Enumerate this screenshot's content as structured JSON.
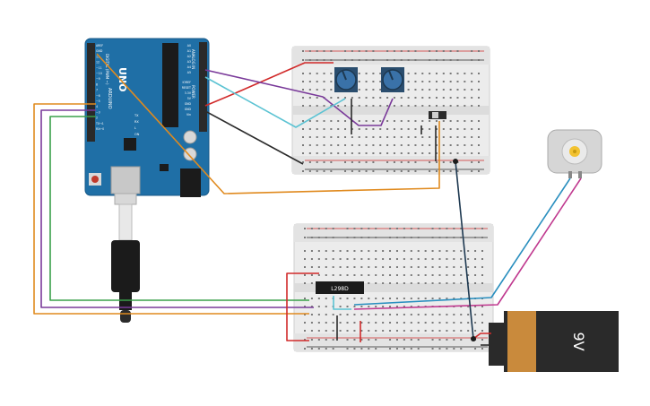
{
  "arduino": {
    "model": "UNO",
    "brand": "ARDUINO",
    "digital_label": "DIGITAL (PWM ~)",
    "power_label": "POWER",
    "analog_label": "ANALOG IN",
    "pin_labels_digital": [
      "AREF",
      "GND",
      "13",
      "12",
      "~11",
      "~10",
      "~9",
      "8",
      "7",
      "~6",
      "~5",
      "4",
      "~3",
      "2",
      "TX→1",
      "RX←0"
    ],
    "pin_labels_power": [
      "IOREF",
      "RESET",
      "3.3V",
      "5V",
      "GND",
      "GND",
      "Vin"
    ],
    "pin_labels_analog": [
      "A0",
      "A1",
      "A2",
      "A3",
      "A4",
      "A5"
    ],
    "misc_labels": [
      "TX",
      "RX",
      "L",
      "ON"
    ],
    "color": "#1f6fa6"
  },
  "driver_chip": {
    "label": "L298D"
  },
  "battery": {
    "label": "9V",
    "body_color": "#c98a3c",
    "cap_color": "#2a2a2a"
  },
  "wire_colors": {
    "red": "#d12a2a",
    "purple": "#7a3a9a",
    "cyan": "#5cc3d3",
    "black": "#2b2b2b",
    "orange": "#e08a1e",
    "green": "#3aa04a",
    "blue": "#2a8fbf",
    "magenta": "#c0398f",
    "navy": "#1d3850"
  }
}
